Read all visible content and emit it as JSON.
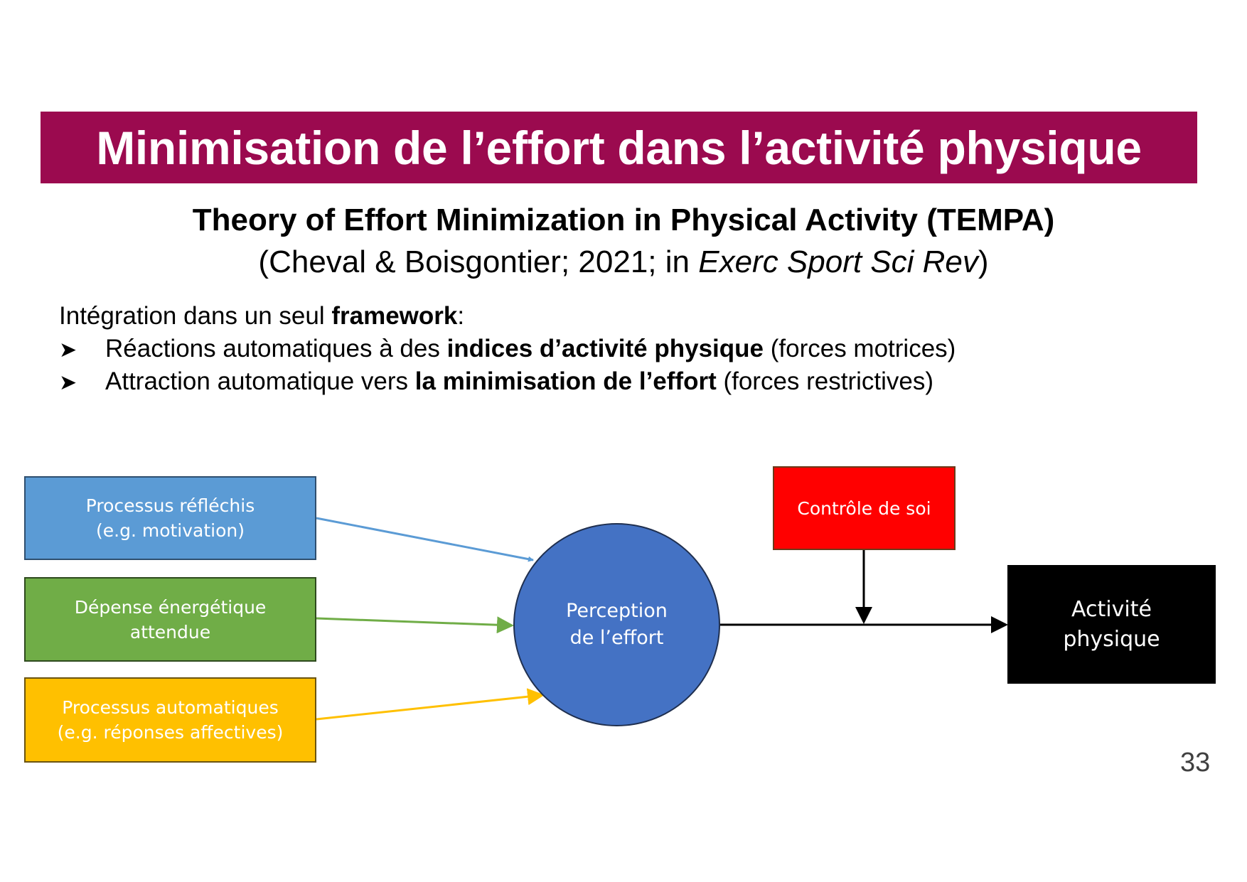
{
  "header": {
    "title": "Minimisation de l’effort dans l’activité physique",
    "title_bg_color": "#9B0A4F"
  },
  "subtitle": {
    "theory": "Theory of Effort Minimization in Physical Activity (TEMPA)",
    "citation_prefix": "(Cheval & Boisgontier; 2021; in ",
    "citation_journal": "Exerc Sport Sci Rev",
    "citation_suffix": ")"
  },
  "body": {
    "intro_prefix": "Intégration dans un seul ",
    "intro_bold": "framework",
    "intro_suffix": ":",
    "bullet_icon": "arrowhead-bullet-icon",
    "bullets": [
      {
        "prefix": "Réactions automatiques à des ",
        "bold": "indices d’activité physique",
        "suffix": " (forces motrices)"
      },
      {
        "prefix": "Attraction automatique vers ",
        "bold": "la minimisation de l’effort",
        "suffix": " (forces restrictives)"
      }
    ]
  },
  "diagram": {
    "inputs": [
      {
        "line1": "Processus réfléchis",
        "line2": "(e.g. motivation)",
        "color": "#5B9BD5"
      },
      {
        "line1": "Dépense énergétique",
        "line2": "attendue",
        "color": "#70AD47"
      },
      {
        "line1": "Processus automatiques",
        "line2": "(e.g. réponses affectives)",
        "color": "#FFC000"
      }
    ],
    "center": {
      "line1": "Perception",
      "line2": "de l’effort",
      "color": "#4472C4"
    },
    "moderator": {
      "label": "Contrôle de soi",
      "color": "#FF0000"
    },
    "outcome": {
      "line1": "Activité",
      "line2": "physique",
      "color": "#000000"
    }
  },
  "footer": {
    "page_number": "33"
  }
}
